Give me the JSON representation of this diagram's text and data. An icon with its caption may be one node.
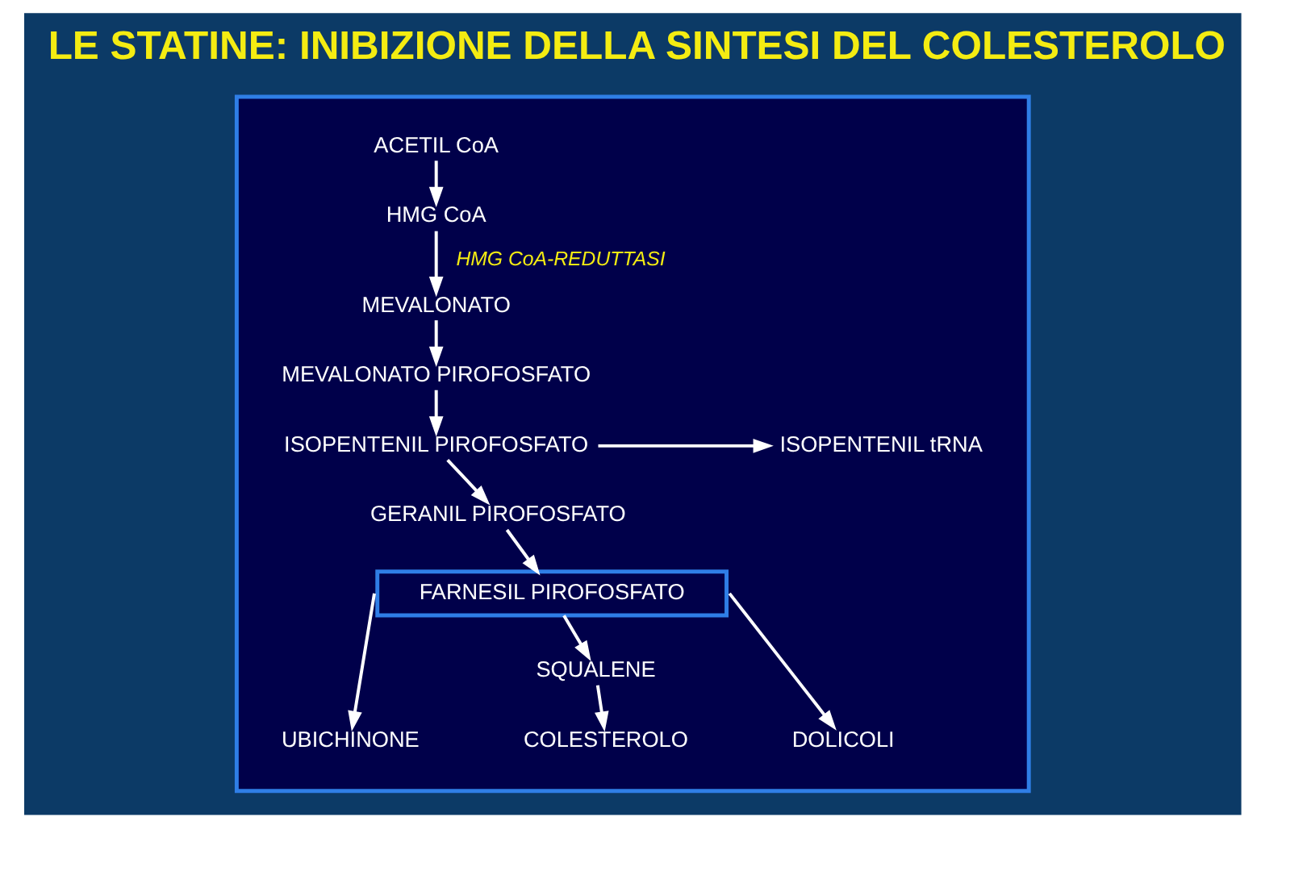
{
  "diagram": {
    "title": "LE STATINE: INIBIZIONE DELLA SINTESI DEL COLESTEROLO",
    "nodes": [
      {
        "text": [],
        "shape": "box"
      },
      {
        "text": [
          "ACETIL CoA"
        ],
        "in": 0
      },
      {
        "text": [
          "HMG CoA"
        ],
        "in": 0
      },
      {
        "text": [
          "MEVALONATO"
        ],
        "in": 0
      },
      {
        "text": [
          "MEVALONATO PIROFOSFATO"
        ],
        "in": 0
      },
      {
        "text": [
          "ISOPENTENIL PIROFOSFATO"
        ],
        "in": 0
      },
      {
        "text": [
          "ISOPENTENIL tRNA"
        ],
        "in": 0
      },
      {
        "text": [
          "GERANIL PIROFOSFATO"
        ],
        "in": 0
      },
      {
        "text": [
          "FARNESIL PIROFOSFATO"
        ],
        "in": 0
      },
      {
        "text": [
          "SQUALENE"
        ],
        "in": 0
      },
      {
        "text": [
          "UBICHINONE"
        ],
        "in": 0
      },
      {
        "text": [
          "COLESTEROLO"
        ],
        "in": 0
      },
      {
        "text": [
          "DOLICOLI"
        ],
        "in": 0
      }
    ],
    "edges": [
      {
        "from": 1,
        "to": 2,
        "arrow": "to"
      },
      {
        "from": 2,
        "to": 3,
        "arrow": "to",
        "label": "HMG CoA-REDUTTASI"
      },
      {
        "from": 3,
        "to": 4,
        "arrow": "to"
      },
      {
        "from": 4,
        "to": 5,
        "arrow": "to"
      },
      {
        "from": 5,
        "to": 6,
        "arrow": "to"
      },
      {
        "from": 5,
        "to": 7,
        "arrow": "to"
      },
      {
        "from": 7,
        "to": 8,
        "arrow": "to"
      },
      {
        "from": 8,
        "to": 10,
        "arrow": "to"
      },
      {
        "from": 8,
        "to": 9,
        "arrow": "to"
      },
      {
        "from": 8,
        "to": 12,
        "arrow": "to"
      },
      {
        "from": 9,
        "to": 11,
        "arrow": "to"
      }
    ]
  }
}
